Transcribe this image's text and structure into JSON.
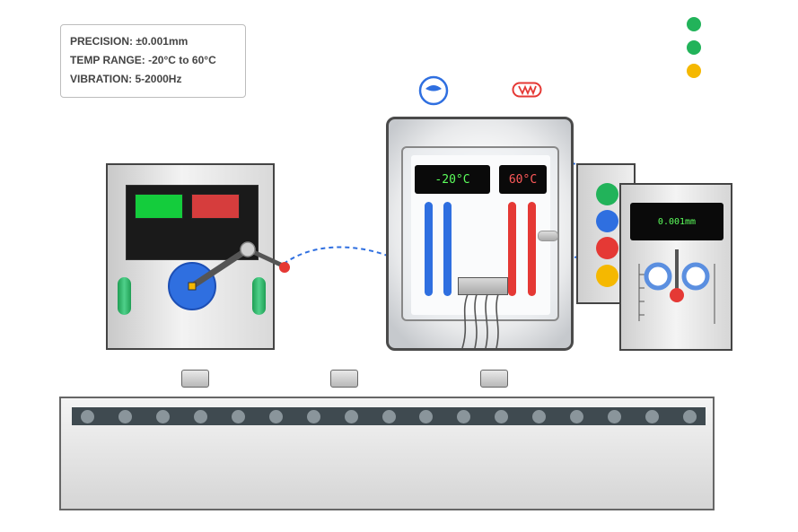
{
  "specs": {
    "precision": "PRECISION: ±0.001mm",
    "temp_range": "TEMP RANGE: -20°C to 60°C",
    "vibration": "VIBRATION: 5-2000Hz"
  },
  "status_indicators": [
    {
      "color": "#22b35a"
    },
    {
      "color": "#22b35a"
    },
    {
      "color": "#f5b800"
    }
  ],
  "mode_icons": {
    "left": "eye-icon",
    "right": "vibration-wave-icon"
  },
  "left_machine": {
    "indicator_colors": [
      "#14cc3c",
      "#d63d3d"
    ]
  },
  "chamber": {
    "cold_temp": "-20°C",
    "hot_temp": "60°C",
    "cold_color": "#2f6fe0",
    "hot_color": "#e53935"
  },
  "right_panel": {
    "buttons": [
      "#22b35a",
      "#2f6fe0",
      "#e53935",
      "#f5b800"
    ]
  },
  "right_machine": {
    "precision_readout": "0.001mm"
  },
  "conveyor": {
    "roller_count": 17
  }
}
